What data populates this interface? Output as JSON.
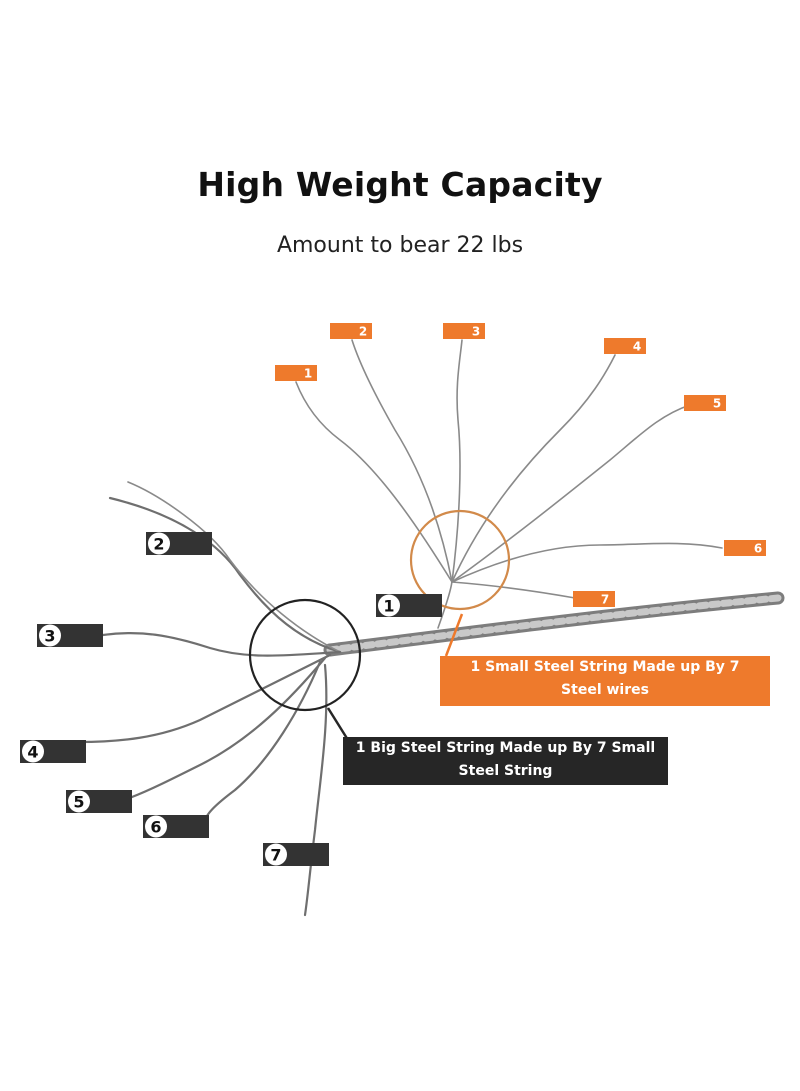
{
  "header": {
    "title": "High Weight Capacity",
    "subtitle": "Amount to bear 22 lbs"
  },
  "small_string": {
    "wire_labels": [
      "1",
      "2",
      "3",
      "4",
      "5",
      "6",
      "7"
    ],
    "callout_line1": "1 Small Steel String Made up By 7",
    "callout_line2": "Steel wires",
    "color": "#ee7a2c"
  },
  "big_string": {
    "string_labels": [
      "1",
      "2",
      "3",
      "4",
      "5",
      "6",
      "7"
    ],
    "callout_line1": "1 Big Steel String Made up By 7 Small",
    "callout_line2": "Steel String",
    "color": "#262626"
  }
}
